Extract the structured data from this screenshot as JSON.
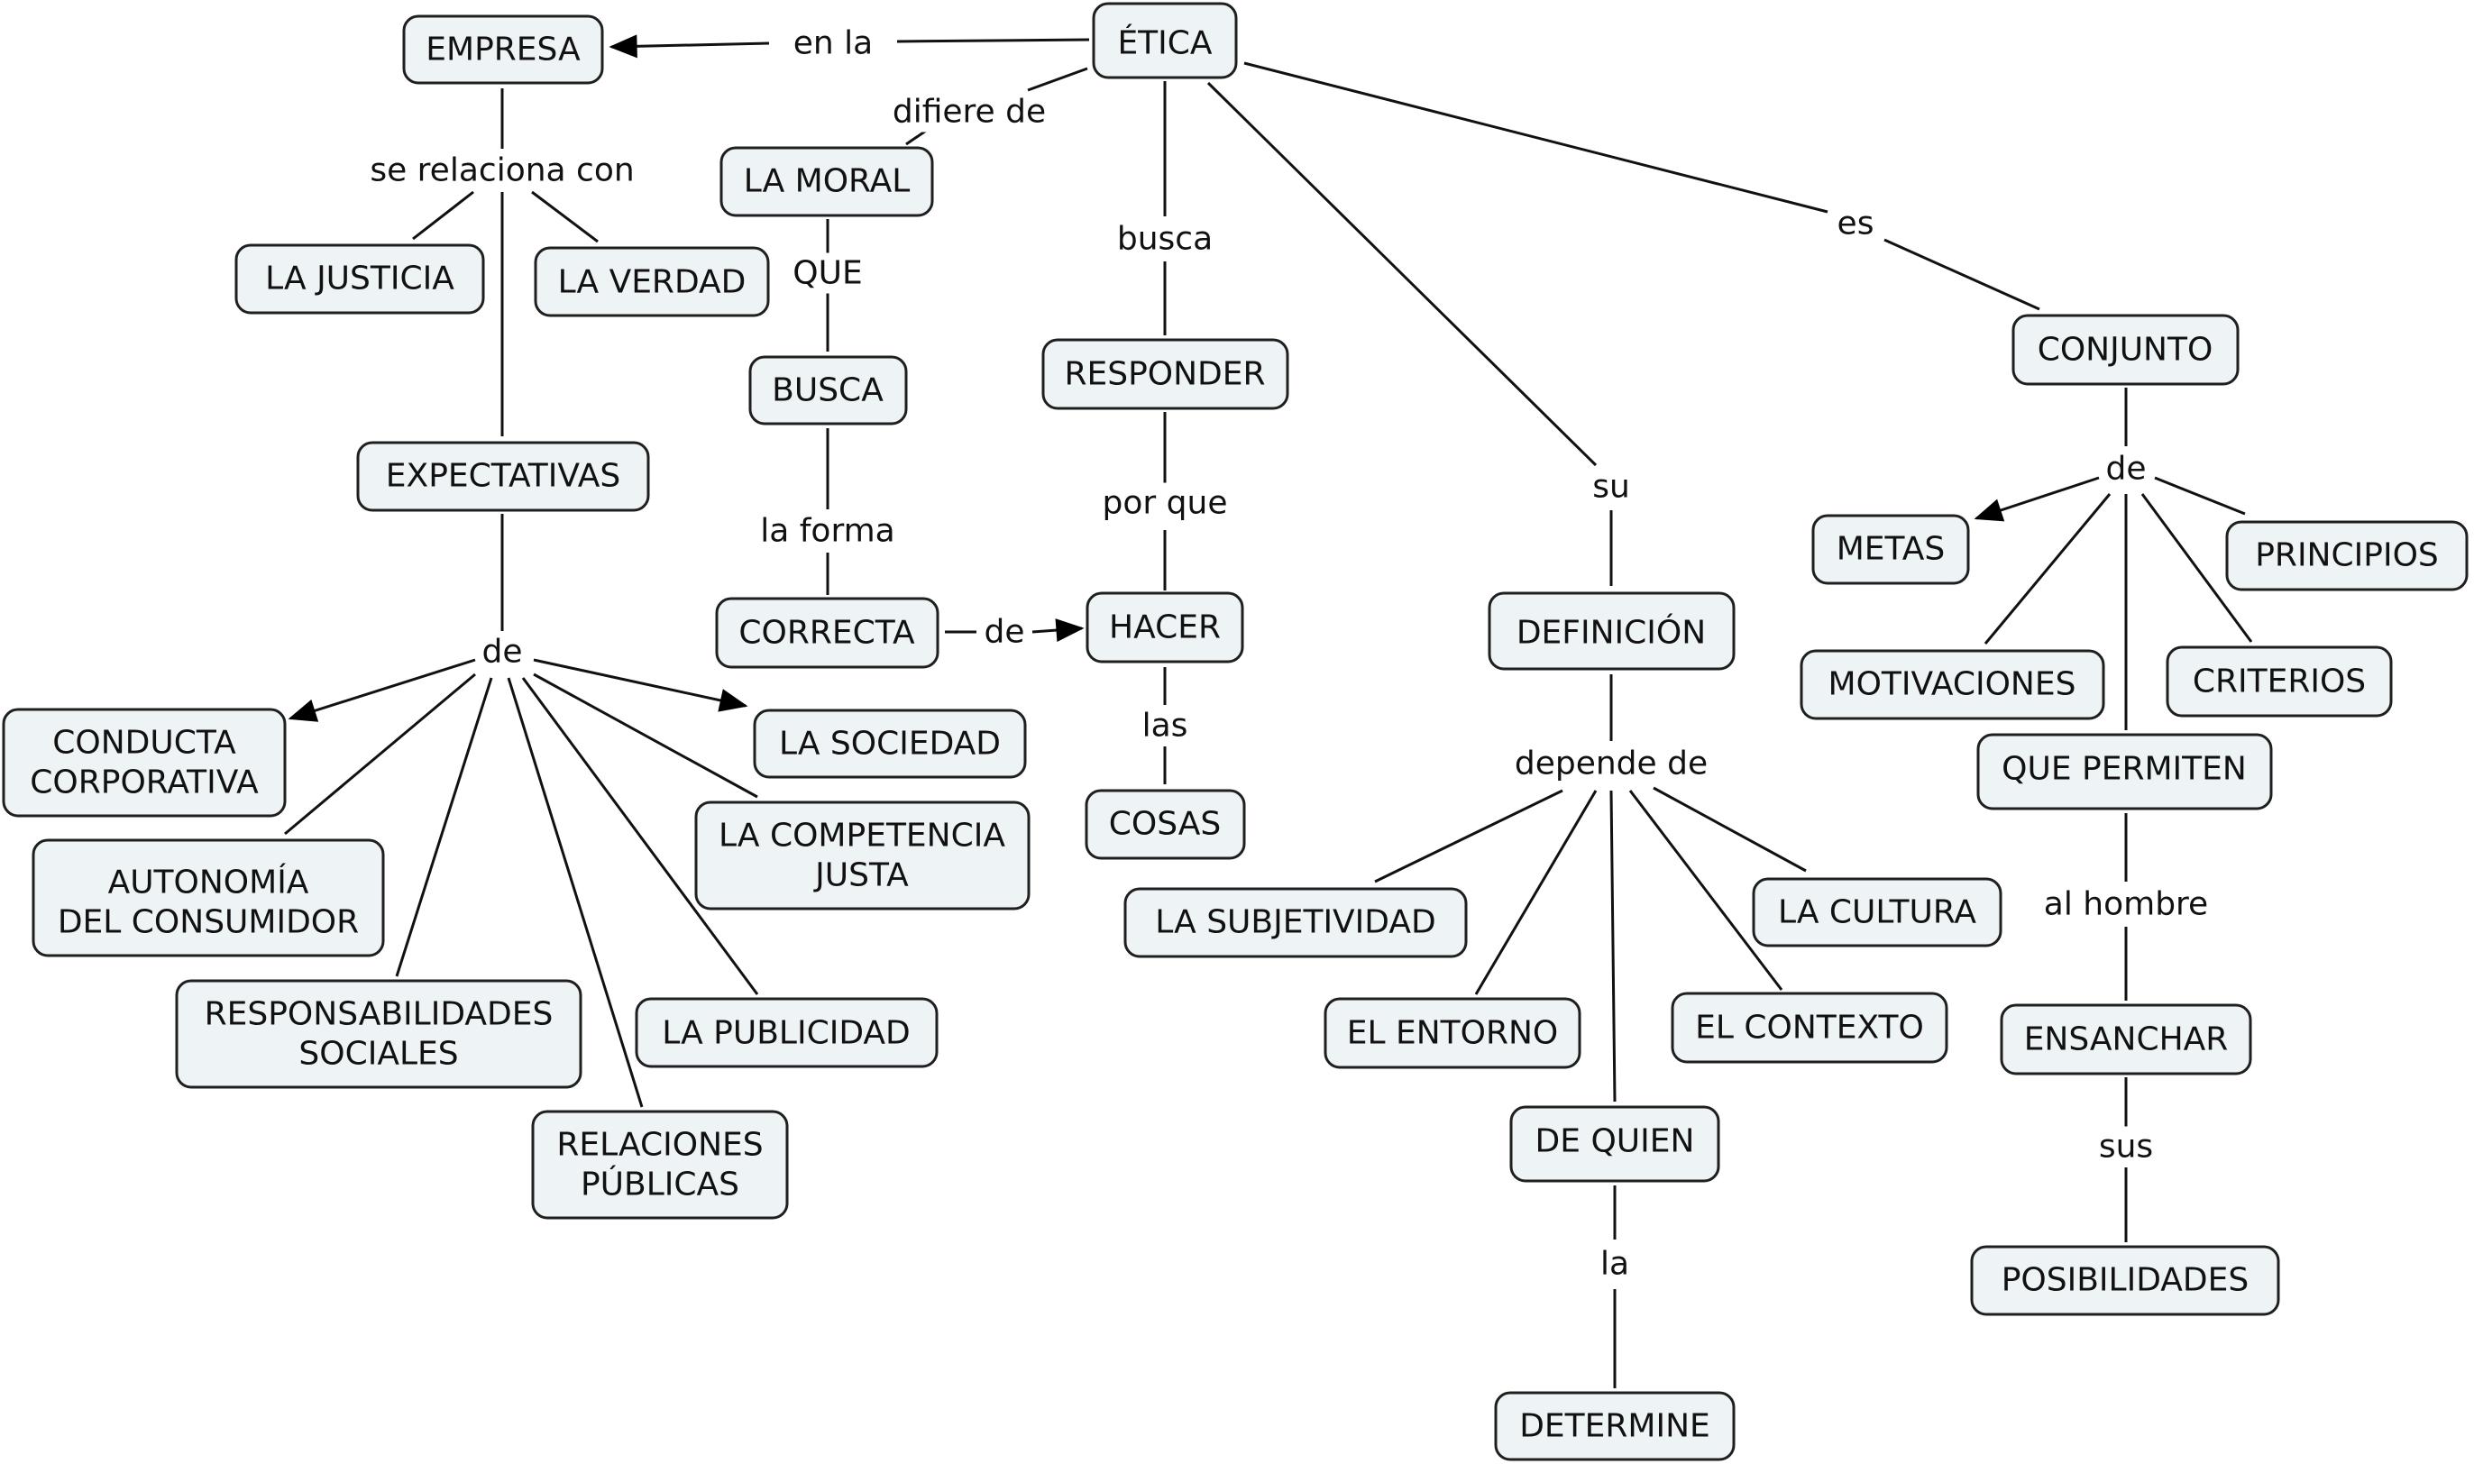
{
  "nodes": {
    "etica": "ÉTICA",
    "empresa": "EMPRESA",
    "la_moral": "LA MORAL",
    "responder": "RESPONDER",
    "conjunto": "CONJUNTO",
    "la_justicia": "LA JUSTICIA",
    "la_verdad": "LA VERDAD",
    "busca": "BUSCA",
    "expectativas": "EXPECTATIVAS",
    "correcta": "CORRECTA",
    "hacer": "HACER",
    "cosas": "COSAS",
    "conducta_corporativa": [
      "CONDUCTA",
      "CORPORATIVA"
    ],
    "la_sociedad": "LA SOCIEDAD",
    "autonomia_consumidor": [
      "AUTONOMÍA",
      "DEL CONSUMIDOR"
    ],
    "la_competencia_justa": [
      "LA COMPETENCIA",
      "JUSTA"
    ],
    "responsabilidades_sociales": [
      "RESPONSABILIDADES",
      "SOCIALES"
    ],
    "la_publicidad": "LA PUBLICIDAD",
    "relaciones_publicas": [
      "RELACIONES",
      "PÚBLICAS"
    ],
    "definicion": "DEFINICIÓN",
    "la_subjetividad": "LA SUBJETIVIDAD",
    "la_cultura": "LA CULTURA",
    "el_entorno": "EL ENTORNO",
    "el_contexto": "EL CONTEXTO",
    "de_quien": "DE QUIEN",
    "determine": "DETERMINE",
    "metas": "METAS",
    "principios": "PRINCIPIOS",
    "motivaciones": "MOTIVACIONES",
    "criterios": "CRITERIOS",
    "que_permiten": "QUE PERMITEN",
    "ensanchar": "ENSANCHAR",
    "posibilidades": "POSIBILIDADES"
  },
  "link_labels": {
    "en_la": "en la",
    "difiere_de": "difiere de",
    "busca": "busca",
    "su": "su",
    "es": "es",
    "se_relaciona_con": "se relaciona con",
    "que": "QUE",
    "la_forma": "la forma",
    "de_correcta": "de",
    "por_que": "por que",
    "las": "las",
    "de_expectativas": "de",
    "depende_de": "depende de",
    "la": "la",
    "de_conjunto": "de",
    "al_hombre": "al hombre",
    "sus": "sus"
  }
}
